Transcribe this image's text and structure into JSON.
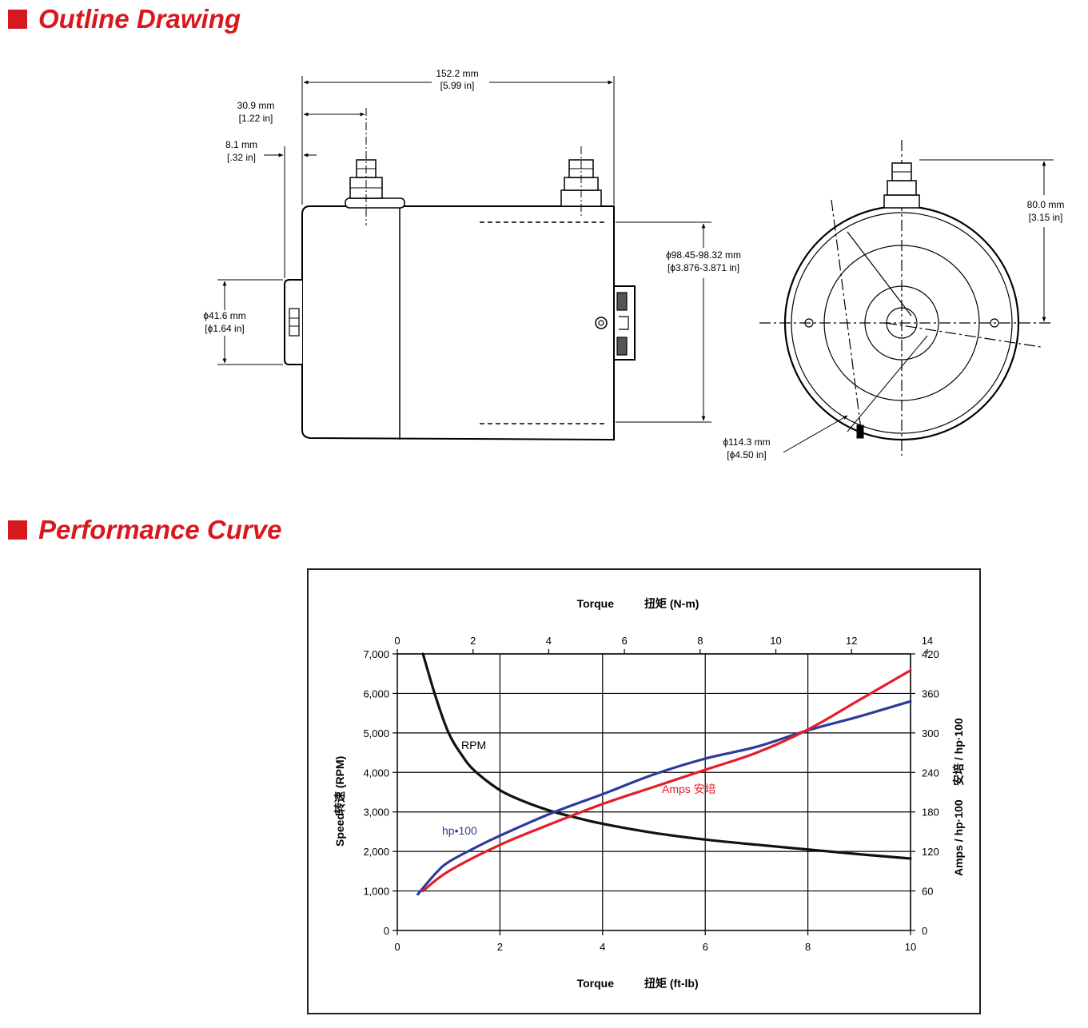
{
  "sections": {
    "outline_title": "Outline Drawing",
    "performance_title": "Performance Curve"
  },
  "outline": {
    "dim_length": {
      "mm": "152.2 mm",
      "in": "[5.99 in]"
    },
    "dim_terminal_offset": {
      "mm": "30.9 mm",
      "in": "[1.22 in]"
    },
    "dim_boss": {
      "mm": "8.1 mm",
      "in": "[.32 in]"
    },
    "dim_pilot": {
      "mm": "ϕ41.6 mm",
      "in": "[ϕ1.64 in]"
    },
    "dim_body": {
      "mm": "ϕ98.45-98.32 mm",
      "in": "[ϕ3.876-3.871 in]"
    },
    "dim_terminal_height": {
      "mm": "80.0 mm",
      "in": "[3.15 in]"
    },
    "dim_outer": {
      "mm": "ϕ114.3 mm",
      "in": "[ϕ4.50 in]"
    }
  },
  "chart_data": {
    "type": "line",
    "top_axis_label_a": "Torque",
    "top_axis_label_b": "扭矩 (N-m)",
    "bottom_axis_label_a": "Torque",
    "bottom_axis_label_b": "扭矩 (ft-lb)",
    "left_axis_label_a": "Speed",
    "left_axis_label_b": "转速 (RPM)",
    "right_axis_label_a": "Amps / hp·100",
    "right_axis_label_b": "安培 / hp·100",
    "x_bottom": {
      "range": [
        0,
        10
      ],
      "ticks": [
        0,
        2,
        4,
        6,
        8,
        10
      ]
    },
    "x_top": {
      "range": [
        0,
        13.558
      ],
      "ticks": [
        0,
        2,
        4,
        6,
        8,
        10,
        12,
        14
      ]
    },
    "y_left": {
      "range": [
        0,
        7000
      ],
      "ticks": [
        0,
        1000,
        2000,
        3000,
        4000,
        5000,
        6000,
        7000
      ],
      "tick_labels": [
        "0",
        "1,000",
        "2,000",
        "3,000",
        "4,000",
        "5,000",
        "6,000",
        "7,000"
      ]
    },
    "y_right": {
      "range": [
        0,
        420
      ],
      "ticks": [
        0,
        60,
        120,
        180,
        240,
        300,
        360,
        420
      ]
    },
    "grid": true,
    "series": [
      {
        "name": "RPM",
        "axis": "left",
        "color": "#111111",
        "x": [
          0.5,
          0.75,
          1.0,
          1.25,
          1.5,
          2.0,
          2.5,
          3.0,
          3.5,
          4.0,
          5.0,
          6.0,
          7.0,
          8.0,
          9.0,
          10.0
        ],
        "y": [
          7000,
          5900,
          5000,
          4450,
          4050,
          3550,
          3250,
          3020,
          2850,
          2700,
          2470,
          2300,
          2170,
          2050,
          1930,
          1820
        ]
      },
      {
        "name": "hp•100",
        "axis": "right",
        "color": "#2b3a9c",
        "x": [
          0.4,
          0.75,
          1.0,
          1.5,
          2.0,
          3.0,
          4.0,
          5.0,
          6.0,
          7.0,
          8.0,
          9.0,
          10.0
        ],
        "y": [
          55,
          87,
          104,
          125,
          144,
          178,
          207,
          237,
          261,
          279,
          304,
          325,
          348
        ]
      },
      {
        "name": "Amps  安培",
        "axis": "right",
        "color": "#e31e2a",
        "x": [
          0.5,
          1.0,
          2.0,
          3.0,
          4.0,
          5.0,
          6.0,
          7.0,
          8.0,
          9.0,
          10.0
        ],
        "y": [
          60,
          90,
          130,
          162,
          192,
          218,
          244,
          270,
          305,
          350,
          395
        ]
      }
    ],
    "annotations": [
      {
        "text": "RPM",
        "color": "#111111"
      },
      {
        "text": "hp•100",
        "color": "#2b3a9c"
      },
      {
        "text": "Amps  安培",
        "color": "#e31e2a"
      }
    ]
  }
}
